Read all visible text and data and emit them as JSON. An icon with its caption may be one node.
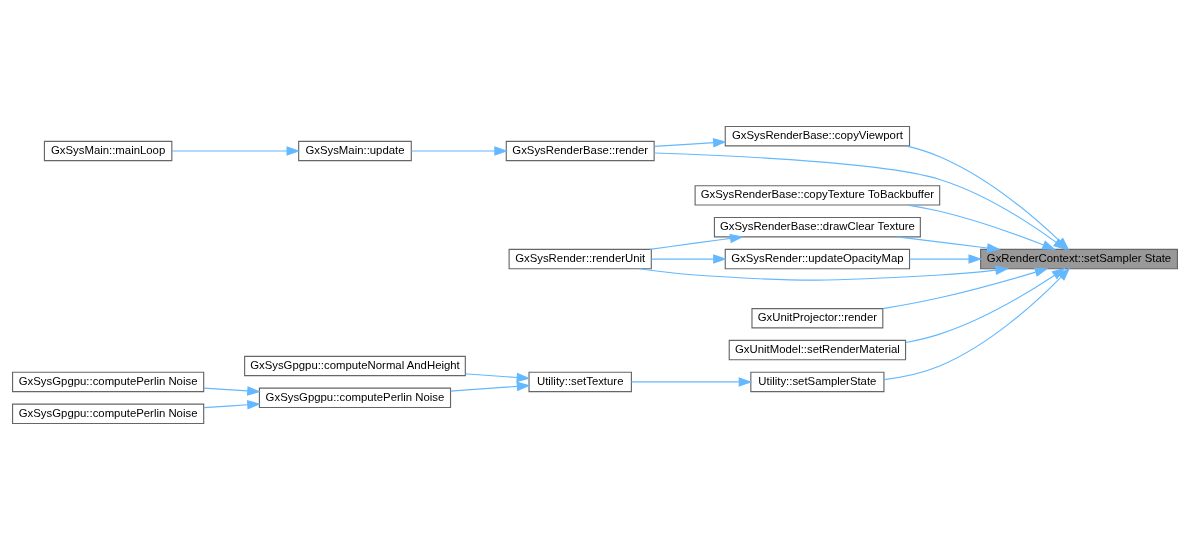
{
  "diagram": {
    "nodes": [
      {
        "text": [
          "GxSysMain::mainLoop"
        ]
      },
      {
        "text": [
          "GxSysMain::update"
        ]
      },
      {
        "text": [
          "GxSysRenderBase::render"
        ]
      },
      {
        "text": [
          "GxSysRenderBase::copyTexture ToBackbuffer"
        ]
      },
      {
        "text": [
          "GxSysRenderBase::copyViewport"
        ]
      },
      {
        "text": [
          "GxSysRenderBase::drawClear Texture"
        ]
      },
      {
        "text": [
          "GxSysRender::renderUnit"
        ]
      },
      {
        "text": [
          "GxUnitProjector::render"
        ]
      },
      {
        "text": [
          "GxUnitModel::setRenderMaterial"
        ]
      },
      {
        "text": [
          "GxSysRender::updateOpacityMap"
        ]
      },
      {
        "text": [
          "GxSysGpgpu::computeNormal AndHeight"
        ]
      },
      {
        "text": [
          "GxSysGpgpu::computePerlin Noise"
        ]
      },
      {
        "text": [
          "GxSysGpgpu::computePerlin Noise"
        ]
      },
      {
        "text": [
          "GxSysGpgpu::computePerlin Noise"
        ]
      },
      {
        "text": [
          "Utility::setTexture"
        ]
      },
      {
        "text": [
          "Utility::setSamplerState"
        ]
      },
      {
        "text": [
          "GxRenderContext::setSampler State"
        ]
      }
    ],
    "edges": [
      {
        "from": 0,
        "to": 1,
        "arrow": "to"
      },
      {
        "from": 1,
        "to": 2,
        "arrow": "to"
      },
      {
        "from": 2,
        "to": 4,
        "arrow": "to"
      },
      {
        "from": 2,
        "to": 16,
        "arrow": "to"
      },
      {
        "from": 3,
        "to": 16,
        "arrow": "to"
      },
      {
        "from": 4,
        "to": 16,
        "arrow": "to"
      },
      {
        "from": 5,
        "to": 16,
        "arrow": "to"
      },
      {
        "from": 6,
        "to": 5,
        "arrow": "to"
      },
      {
        "from": 6,
        "to": 16,
        "arrow": "to"
      },
      {
        "from": 6,
        "to": 9,
        "arrow": "to"
      },
      {
        "from": 7,
        "to": 16,
        "arrow": "to"
      },
      {
        "from": 8,
        "to": 16,
        "arrow": "to"
      },
      {
        "from": 9,
        "to": 16,
        "arrow": "to"
      },
      {
        "from": 15,
        "to": 16,
        "arrow": "to"
      },
      {
        "from": 14,
        "to": 15,
        "arrow": "to"
      },
      {
        "from": 10,
        "to": 14,
        "arrow": "to"
      },
      {
        "from": 12,
        "to": 14,
        "arrow": "to"
      },
      {
        "from": 11,
        "to": 12,
        "arrow": "to"
      },
      {
        "from": 13,
        "to": 12,
        "arrow": "to"
      }
    ]
  }
}
